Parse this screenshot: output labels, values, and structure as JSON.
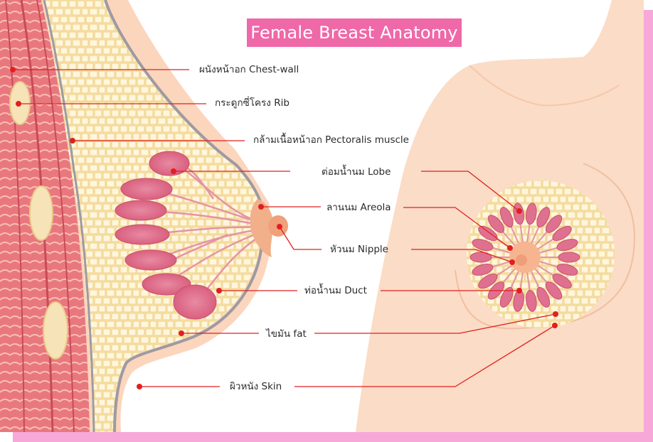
{
  "title": "Female Breast Anatomy",
  "labels": {
    "chest_wall": "ผนังหน้าอก Chest-wall",
    "rib": "กระดูกซี่โครง Rib",
    "pectoralis": "กล้ามเนื้อหน้าอก Pectoralis muscle",
    "lobe": "ต่อมน้ำนม Lobe",
    "areola": "ลานนม Areola",
    "nipple": "หัวนม Nipple",
    "duct": "ท่อน้ำนม Duct",
    "fat": "ไขมัน fat",
    "skin": "ผิวหนัง Skin"
  },
  "colors": {
    "title_bg": "#ef68a8",
    "frame_shadow": "#f7a8d8",
    "skin": "#fcd5bd",
    "fat": "#fbe6ae",
    "lobe": "#e0708f",
    "leader_line": "#e02020"
  }
}
